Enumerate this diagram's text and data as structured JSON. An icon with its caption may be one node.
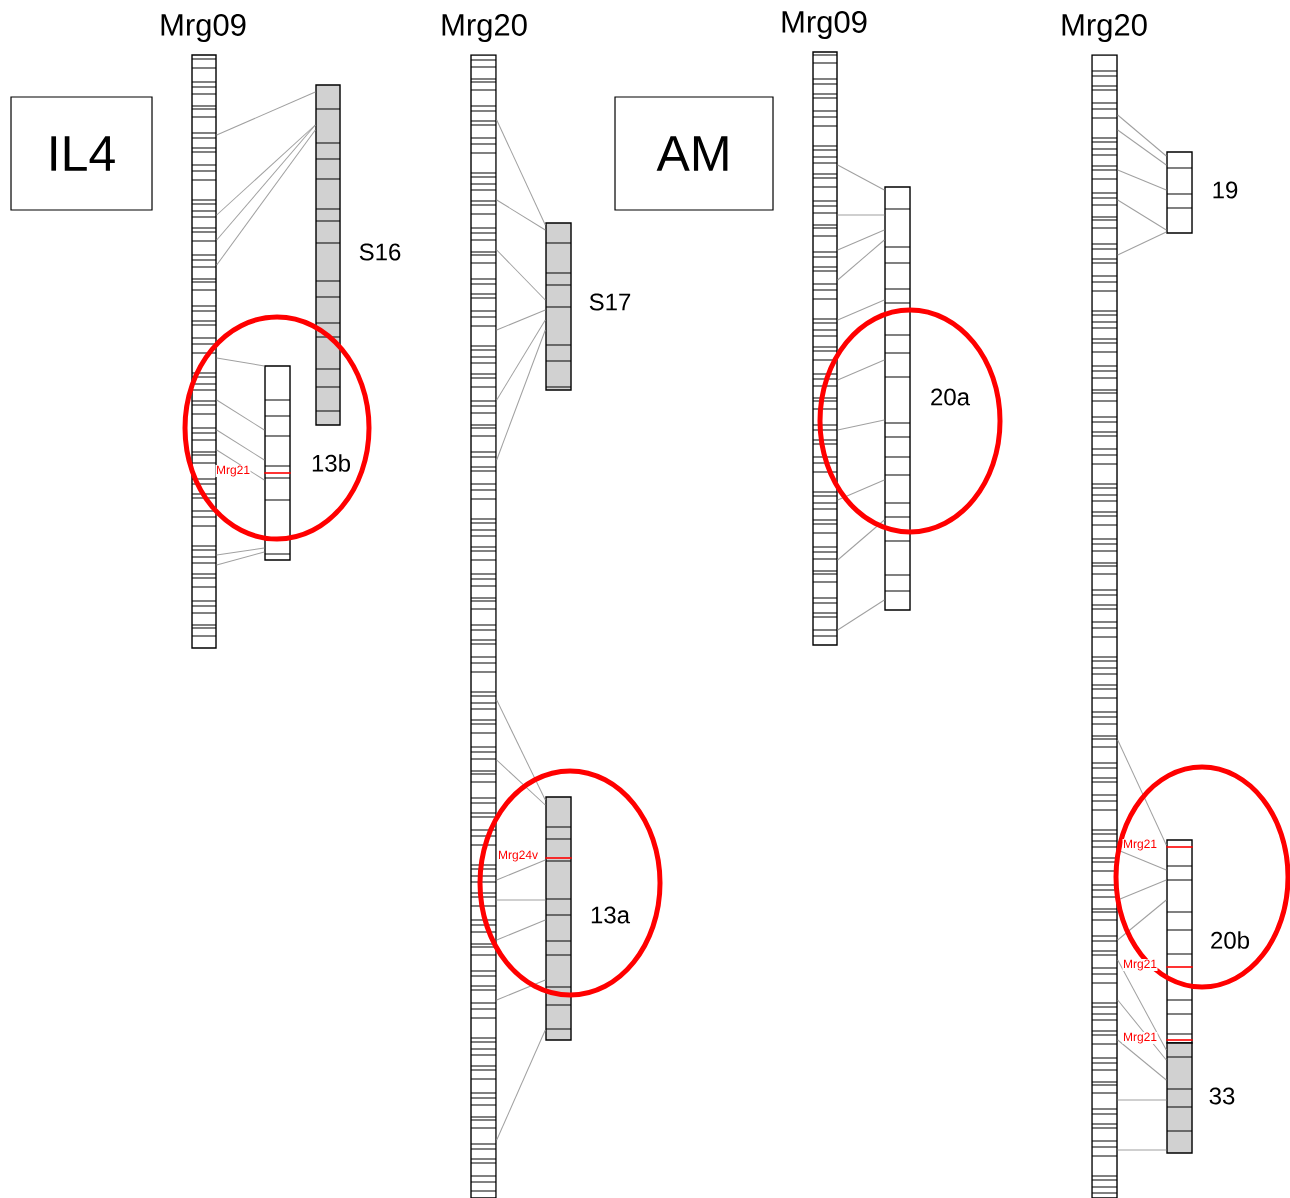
{
  "diagram": {
    "nodes": [
      {
        "text": [
          "IL4"
        ]
      },
      {
        "text": [
          "AM"
        ]
      },
      {
        "text": [
          "Mrg09"
        ]
      },
      {
        "text": [
          "S16"
        ]
      },
      {
        "text": [
          "13b"
        ]
      },
      {
        "text": [
          "Mrg20"
        ]
      },
      {
        "text": [
          "S17"
        ]
      },
      {
        "text": [
          "13a"
        ]
      },
      {
        "text": [
          "Mrg09"
        ]
      },
      {
        "text": [
          "20a"
        ]
      },
      {
        "text": [
          "Mrg20"
        ]
      },
      {
        "text": [
          "19"
        ]
      },
      {
        "text": [
          "20b"
        ]
      },
      {
        "text": [
          "33"
        ]
      }
    ],
    "edges": [
      {
        "from": 2,
        "to": 3,
        "arrow": "none"
      },
      {
        "from": 2,
        "to": 3,
        "arrow": "none"
      },
      {
        "from": 2,
        "to": 3,
        "arrow": "none"
      },
      {
        "from": 2,
        "to": 3,
        "arrow": "none"
      },
      {
        "from": 2,
        "to": 4,
        "arrow": "none"
      },
      {
        "from": 2,
        "to": 4,
        "arrow": "none"
      },
      {
        "from": 2,
        "to": 4,
        "arrow": "none"
      },
      {
        "from": 2,
        "to": 4,
        "arrow": "none"
      },
      {
        "from": 2,
        "to": 4,
        "arrow": "none"
      },
      {
        "from": 2,
        "to": 4,
        "arrow": "none"
      },
      {
        "from": 5,
        "to": 6,
        "arrow": "none"
      },
      {
        "from": 5,
        "to": 6,
        "arrow": "none"
      },
      {
        "from": 5,
        "to": 6,
        "arrow": "none"
      },
      {
        "from": 5,
        "to": 6,
        "arrow": "none"
      },
      {
        "from": 5,
        "to": 6,
        "arrow": "none"
      },
      {
        "from": 5,
        "to": 6,
        "arrow": "none"
      },
      {
        "from": 5,
        "to": 7,
        "arrow": "none"
      },
      {
        "from": 5,
        "to": 7,
        "arrow": "none"
      },
      {
        "from": 5,
        "to": 7,
        "arrow": "none"
      },
      {
        "from": 5,
        "to": 7,
        "arrow": "none"
      },
      {
        "from": 5,
        "to": 7,
        "arrow": "none"
      },
      {
        "from": 5,
        "to": 7,
        "arrow": "none"
      },
      {
        "from": 5,
        "to": 7,
        "arrow": "none"
      },
      {
        "from": 8,
        "to": 9,
        "arrow": "none"
      },
      {
        "from": 8,
        "to": 9,
        "arrow": "none"
      },
      {
        "from": 8,
        "to": 9,
        "arrow": "none"
      },
      {
        "from": 8,
        "to": 9,
        "arrow": "none"
      },
      {
        "from": 8,
        "to": 9,
        "arrow": "none"
      },
      {
        "from": 8,
        "to": 9,
        "arrow": "none"
      },
      {
        "from": 8,
        "to": 9,
        "arrow": "none"
      },
      {
        "from": 8,
        "to": 9,
        "arrow": "none"
      },
      {
        "from": 8,
        "to": 9,
        "arrow": "none"
      },
      {
        "from": 8,
        "to": 9,
        "arrow": "none"
      },
      {
        "from": 10,
        "to": 11,
        "arrow": "none"
      },
      {
        "from": 10,
        "to": 11,
        "arrow": "none"
      },
      {
        "from": 10,
        "to": 11,
        "arrow": "none"
      },
      {
        "from": 10,
        "to": 11,
        "arrow": "none"
      },
      {
        "from": 10,
        "to": 11,
        "arrow": "none"
      },
      {
        "from": 10,
        "to": 12,
        "arrow": "none"
      },
      {
        "from": 10,
        "to": 12,
        "arrow": "none"
      },
      {
        "from": 10,
        "to": 12,
        "arrow": "none"
      },
      {
        "from": 10,
        "to": 12,
        "arrow": "none"
      },
      {
        "from": 10,
        "to": 13,
        "arrow": "none"
      },
      {
        "from": 10,
        "to": 13,
        "arrow": "none"
      },
      {
        "from": 10,
        "to": 13,
        "arrow": "none"
      },
      {
        "from": 10,
        "to": 13,
        "arrow": "none"
      },
      {
        "from": 10,
        "to": 13,
        "arrow": "none"
      }
    ],
    "labels": [
      "Mrg21",
      "Mrg24v",
      "Mrg21",
      "Mrg21",
      "Mrg21"
    ]
  }
}
